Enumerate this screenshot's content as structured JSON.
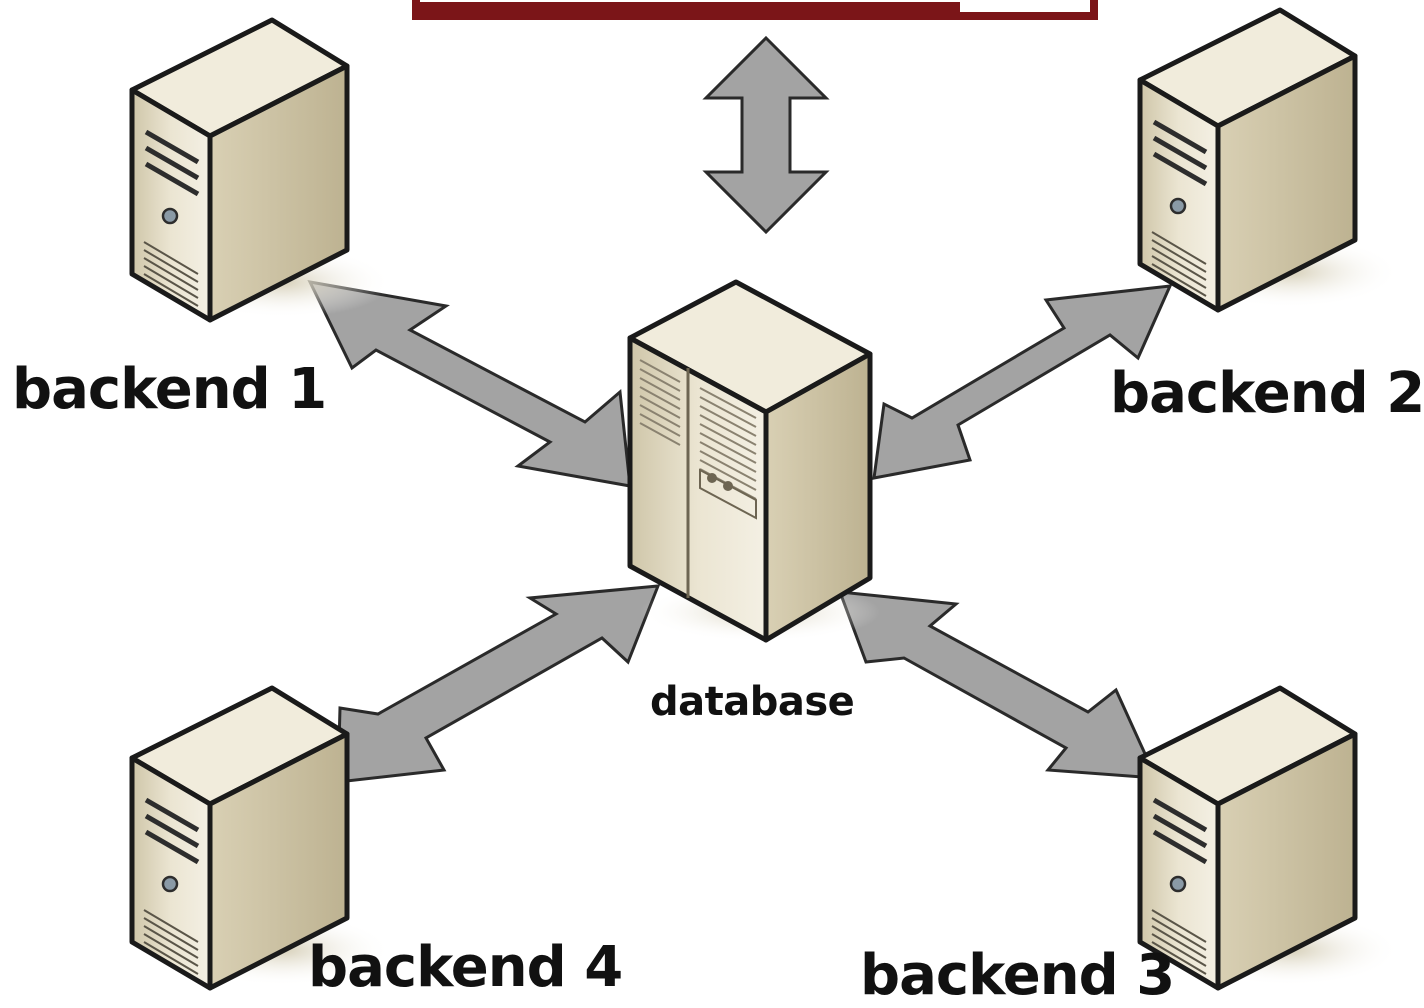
{
  "diagram": {
    "center_node": {
      "label": "database"
    },
    "nodes": [
      {
        "id": "backend-1",
        "label": "backend 1"
      },
      {
        "id": "backend-2",
        "label": "backend 2"
      },
      {
        "id": "backend-3",
        "label": "backend 3"
      },
      {
        "id": "backend-4",
        "label": "backend 4"
      }
    ],
    "colors": {
      "arrow_fill": "#a3a3a3",
      "arrow_stroke": "#2a2a2a",
      "server_body": "#e6dfc8",
      "server_side": "#cfc5a6",
      "server_top": "#f1ecdc",
      "top_box_border": "#7b1518"
    },
    "icons": [
      "server-icon",
      "database-server-icon",
      "bidirectional-arrow-icon"
    ]
  }
}
